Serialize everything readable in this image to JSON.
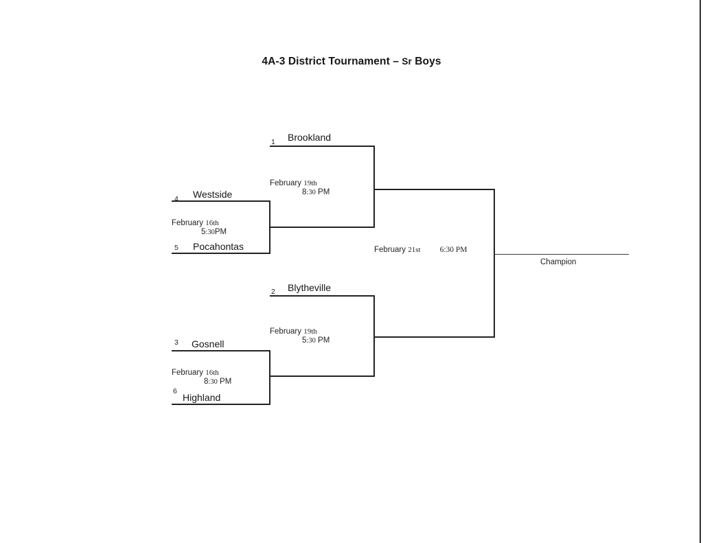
{
  "document": {
    "title_main": "4A-3 District Tournament – ",
    "title_smallcaps": "Sr",
    "title_tail": " Boys"
  },
  "bracket": {
    "round1": {
      "top_game": {
        "teams": [
          {
            "seed": "4",
            "name": "Westside"
          },
          {
            "seed": "5",
            "name": "Pocahontas"
          }
        ],
        "date": "February 16th",
        "time": "5:30PM"
      },
      "bottom_game": {
        "teams": [
          {
            "seed": "3",
            "name": "Gosnell"
          },
          {
            "seed": "6",
            "name": "Highland"
          }
        ],
        "date": "February 16th",
        "time": "8:30 PM"
      }
    },
    "semifinals": {
      "top_game": {
        "team": {
          "seed": "1",
          "name": "Brookland"
        },
        "date": "February 19th",
        "time": "8:30 PM"
      },
      "bottom_game": {
        "team": {
          "seed": "2",
          "name": "Blytheville"
        },
        "date": "February 19th",
        "time": "5:30 PM"
      }
    },
    "final": {
      "date": "February 21st",
      "time": "6:30 PM",
      "champion_label": "Champion"
    }
  }
}
